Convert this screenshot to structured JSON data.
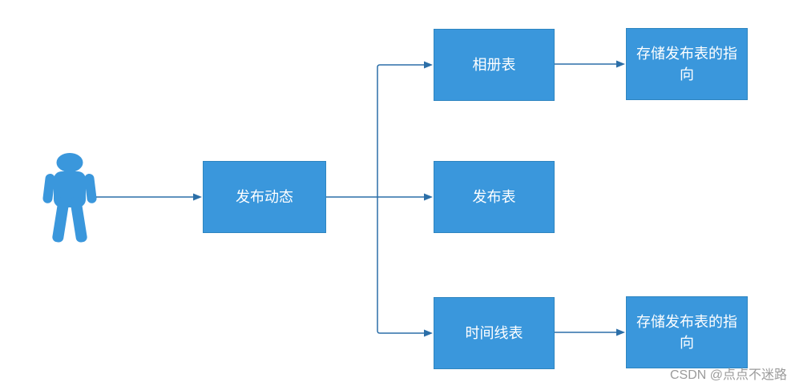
{
  "diagram": {
    "nodes": {
      "publish_action": {
        "label": "发布动态"
      },
      "album_table": {
        "label": "相册表"
      },
      "album_pointer": {
        "label": "存储发布表的指向"
      },
      "publish_table": {
        "label": "发布表"
      },
      "timeline_table": {
        "label": "时间线表"
      },
      "timeline_pointer": {
        "label": "存储发布表的指向"
      }
    },
    "icons": {
      "actor": "person-silhouette"
    },
    "colors": {
      "node_fill": "#3a97dc",
      "node_border": "#2e85c0",
      "node_text": "#ffffff",
      "connector": "#2c6fa8",
      "actor_fill": "#3a97dc",
      "background": "#ffffff",
      "watermark_text_color": "#9b9b9b"
    }
  },
  "watermark": {
    "text": "CSDN @点点不迷路"
  }
}
